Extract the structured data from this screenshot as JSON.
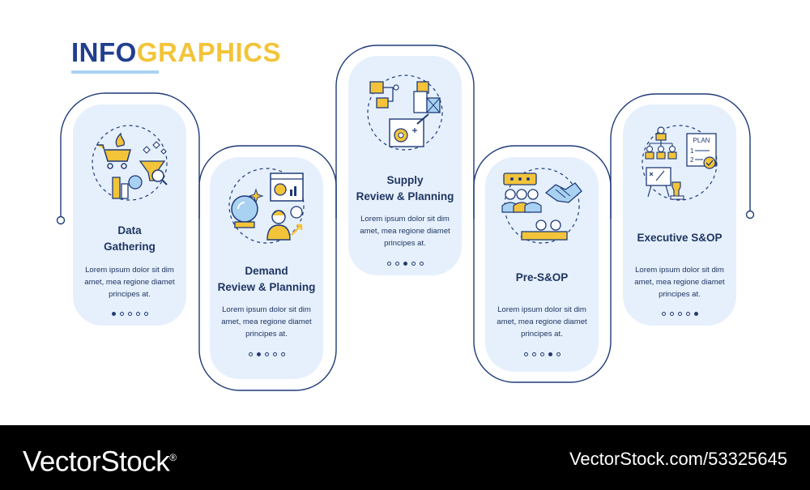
{
  "title": {
    "part1": "INFO",
    "part2": "GRAPHICS"
  },
  "colors": {
    "navy": "#213f8f",
    "yellow": "#f3c43a",
    "card_bg": "#e6f0fd",
    "outline": "#1e3a78",
    "underline": "#a9d2f2"
  },
  "steps": [
    {
      "title_lines": [
        "Data",
        "Gathering"
      ],
      "body_lines": [
        "Lorem ipsum dolor sit dim",
        "amet, mea regione diamet",
        "principes at."
      ],
      "active_dot": 1,
      "icon": "data-gathering-icon"
    },
    {
      "title_lines": [
        "Demand",
        "Review & Planning"
      ],
      "body_lines": [
        "Lorem ipsum dolor sit dim",
        "amet, mea regione diamet",
        "principes at."
      ],
      "active_dot": 2,
      "icon": "demand-review-icon"
    },
    {
      "title_lines": [
        "Supply",
        "Review & Planning"
      ],
      "body_lines": [
        "Lorem ipsum dolor sit dim",
        "amet, mea regione diamet",
        "principes at."
      ],
      "active_dot": 3,
      "icon": "supply-review-icon"
    },
    {
      "title_lines": [
        "Pre-S&OP"
      ],
      "body_lines": [
        "Lorem ipsum dolor sit dim",
        "amet, mea regione diamet",
        "principes at."
      ],
      "active_dot": 4,
      "icon": "handshake-meeting-icon"
    },
    {
      "title_lines": [
        "Executive S&OP"
      ],
      "body_lines": [
        "Lorem ipsum dolor sit dim",
        "amet, mea regione diamet",
        "principes at."
      ],
      "active_dot": 5,
      "icon": "executive-plan-icon"
    }
  ],
  "footer": {
    "brand": "VectorStock",
    "registered": "®",
    "image_id": "VectorStock.com/53325645"
  }
}
